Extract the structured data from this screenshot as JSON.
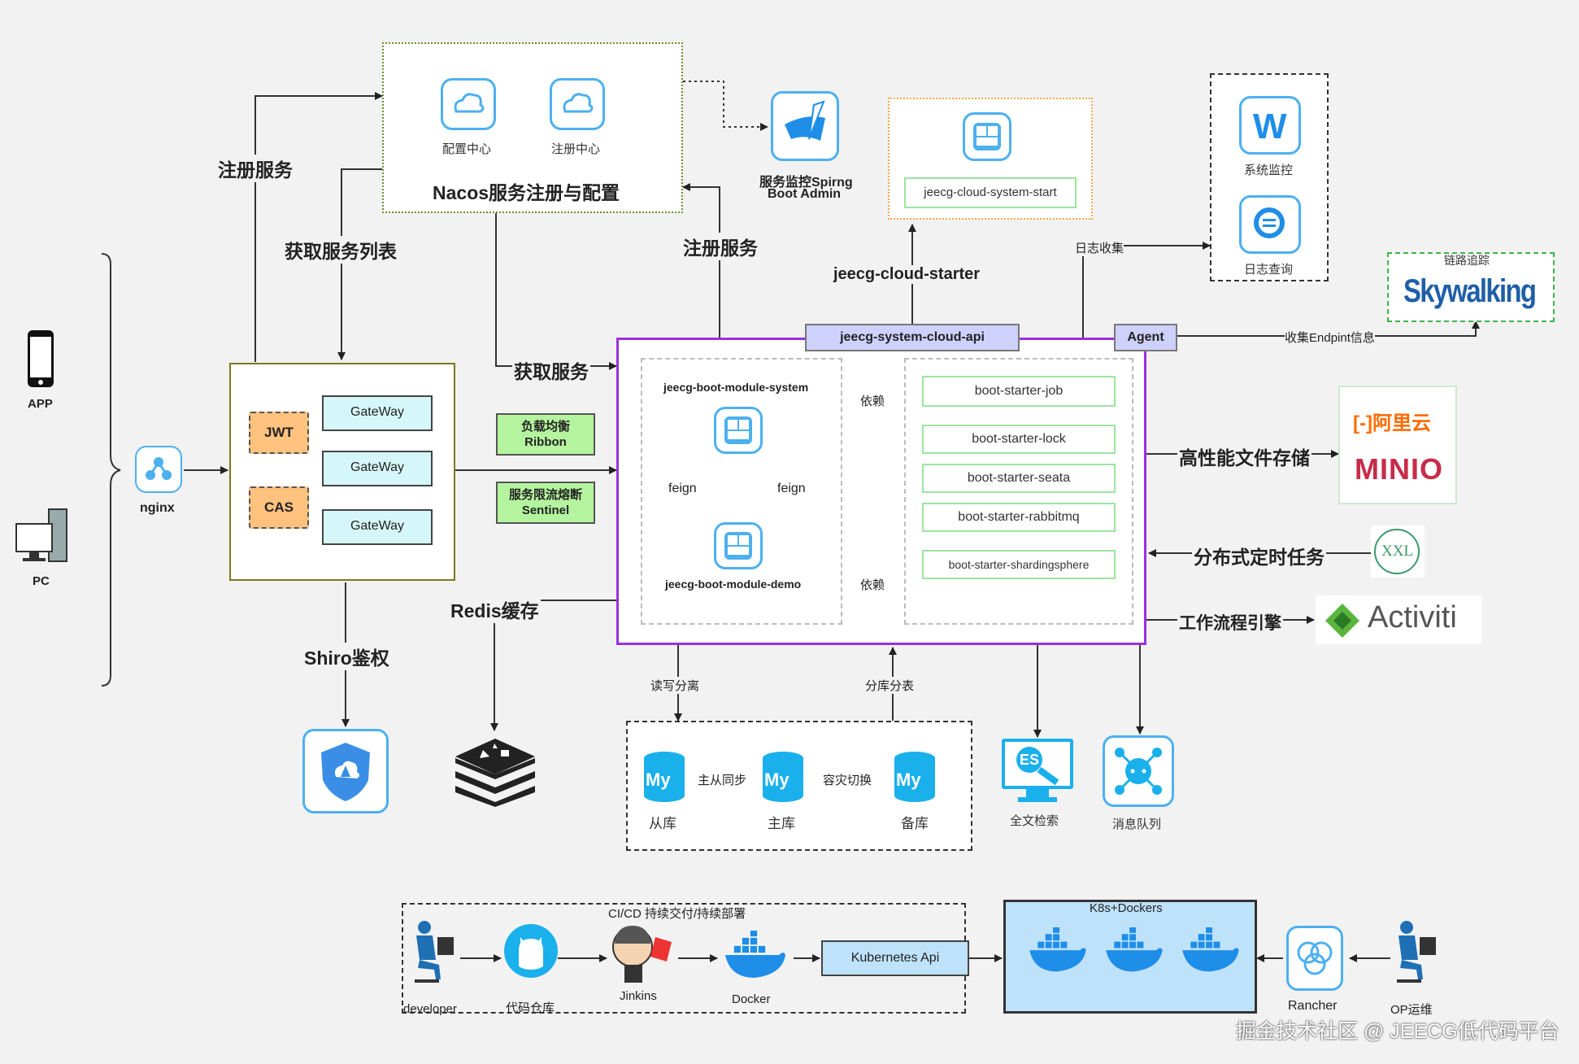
{
  "nacos": {
    "title": "Nacos服务注册与配置",
    "config": "配置中心",
    "registry": "注册中心"
  },
  "monitor": {
    "line1": "服务监控Spirng",
    "line2": "Boot Admin"
  },
  "cloud_start": {
    "label": "jeecg-cloud-system-start"
  },
  "sys_monitor": {
    "label": "系统监控",
    "log_query": "日志查询"
  },
  "skywalking": {
    "title": "链路追踪",
    "logo": "Skywalking"
  },
  "edges": {
    "register_service_left": "注册服务",
    "get_service_list": "获取服务列表",
    "register_service_right": "注册服务",
    "get_service": "获取服务",
    "cloud_starter": "jeecg-cloud-starter",
    "log_collect": "日志收集",
    "collect_endpoint": "收集Endpint信息",
    "depend1": "依赖",
    "depend2": "依赖",
    "storage": "高性能文件存储",
    "schedule": "分布式定时任务",
    "workflow": "工作流程引擎",
    "shiro": "Shiro鉴权",
    "redis": "Redis缓存",
    "rw_split": "读写分离",
    "sharding": "分库分表",
    "master_slave": "主从同步",
    "failover": "容灾切换"
  },
  "clients": {
    "app": "APP",
    "pc": "PC",
    "nginx": "nginx"
  },
  "gateway": {
    "jwt": "JWT",
    "cas": "CAS",
    "gw": [
      "GateWay",
      "GateWay",
      "GateWay"
    ]
  },
  "ribbon": {
    "line1": "负载均衡",
    "line2": "Ribbon"
  },
  "sentinel": {
    "line1": "服务限流熔断",
    "line2": "Sentinel"
  },
  "core": {
    "api_tab": "jeecg-system-cloud-api",
    "agent_tab": "Agent",
    "module_system": "jeecg-boot-module-system",
    "module_demo": "jeecg-boot-module-demo",
    "feign_left": "feign",
    "feign_right": "feign",
    "starters": [
      "boot-starter-job",
      "boot-starter-lock",
      "boot-starter-seata",
      "boot-starter-rabbitmq",
      "boot-starter-shardingsphere"
    ]
  },
  "storage": {
    "aliyun": "阿里云",
    "minio": "MINIO"
  },
  "xxl": {
    "label": "XXL"
  },
  "activiti": {
    "label": "Activiti"
  },
  "db": {
    "slave": "从库",
    "master": "主库",
    "backup": "备库",
    "logo": "My"
  },
  "es": {
    "label": "全文检索",
    "logo": "ES"
  },
  "mq": {
    "label": "消息队列"
  },
  "cicd": {
    "title": "CI/CD  持续交付/持续部署",
    "developer": "developer",
    "repo": "代码仓库",
    "jenkins": "Jinkins",
    "docker": "Docker",
    "k8s_api": "Kubernetes Api",
    "k8s_title": "K8s+Dockers",
    "rancher": "Rancher",
    "ops": "OP运维"
  },
  "watermark": "掘金技术社区 @ JEECG低代码平台",
  "colors": {
    "cyan": "#4db0ef",
    "green": "#b5f49f",
    "orange": "#ffc27f",
    "purple": "#9b30e0",
    "lavender": "#cdd1fb"
  }
}
